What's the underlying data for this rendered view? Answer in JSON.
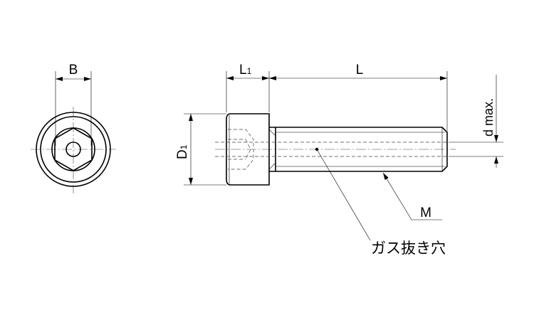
{
  "labels": {
    "B": "B",
    "L1": "L",
    "L1_sub": "1",
    "L": "L",
    "D1": "D",
    "D1_sub": "1",
    "d_max": "d max.",
    "M": "M",
    "gas_vent_hole": "ガス抜き穴"
  },
  "colors": {
    "line": "#000000",
    "background": "#ffffff"
  }
}
